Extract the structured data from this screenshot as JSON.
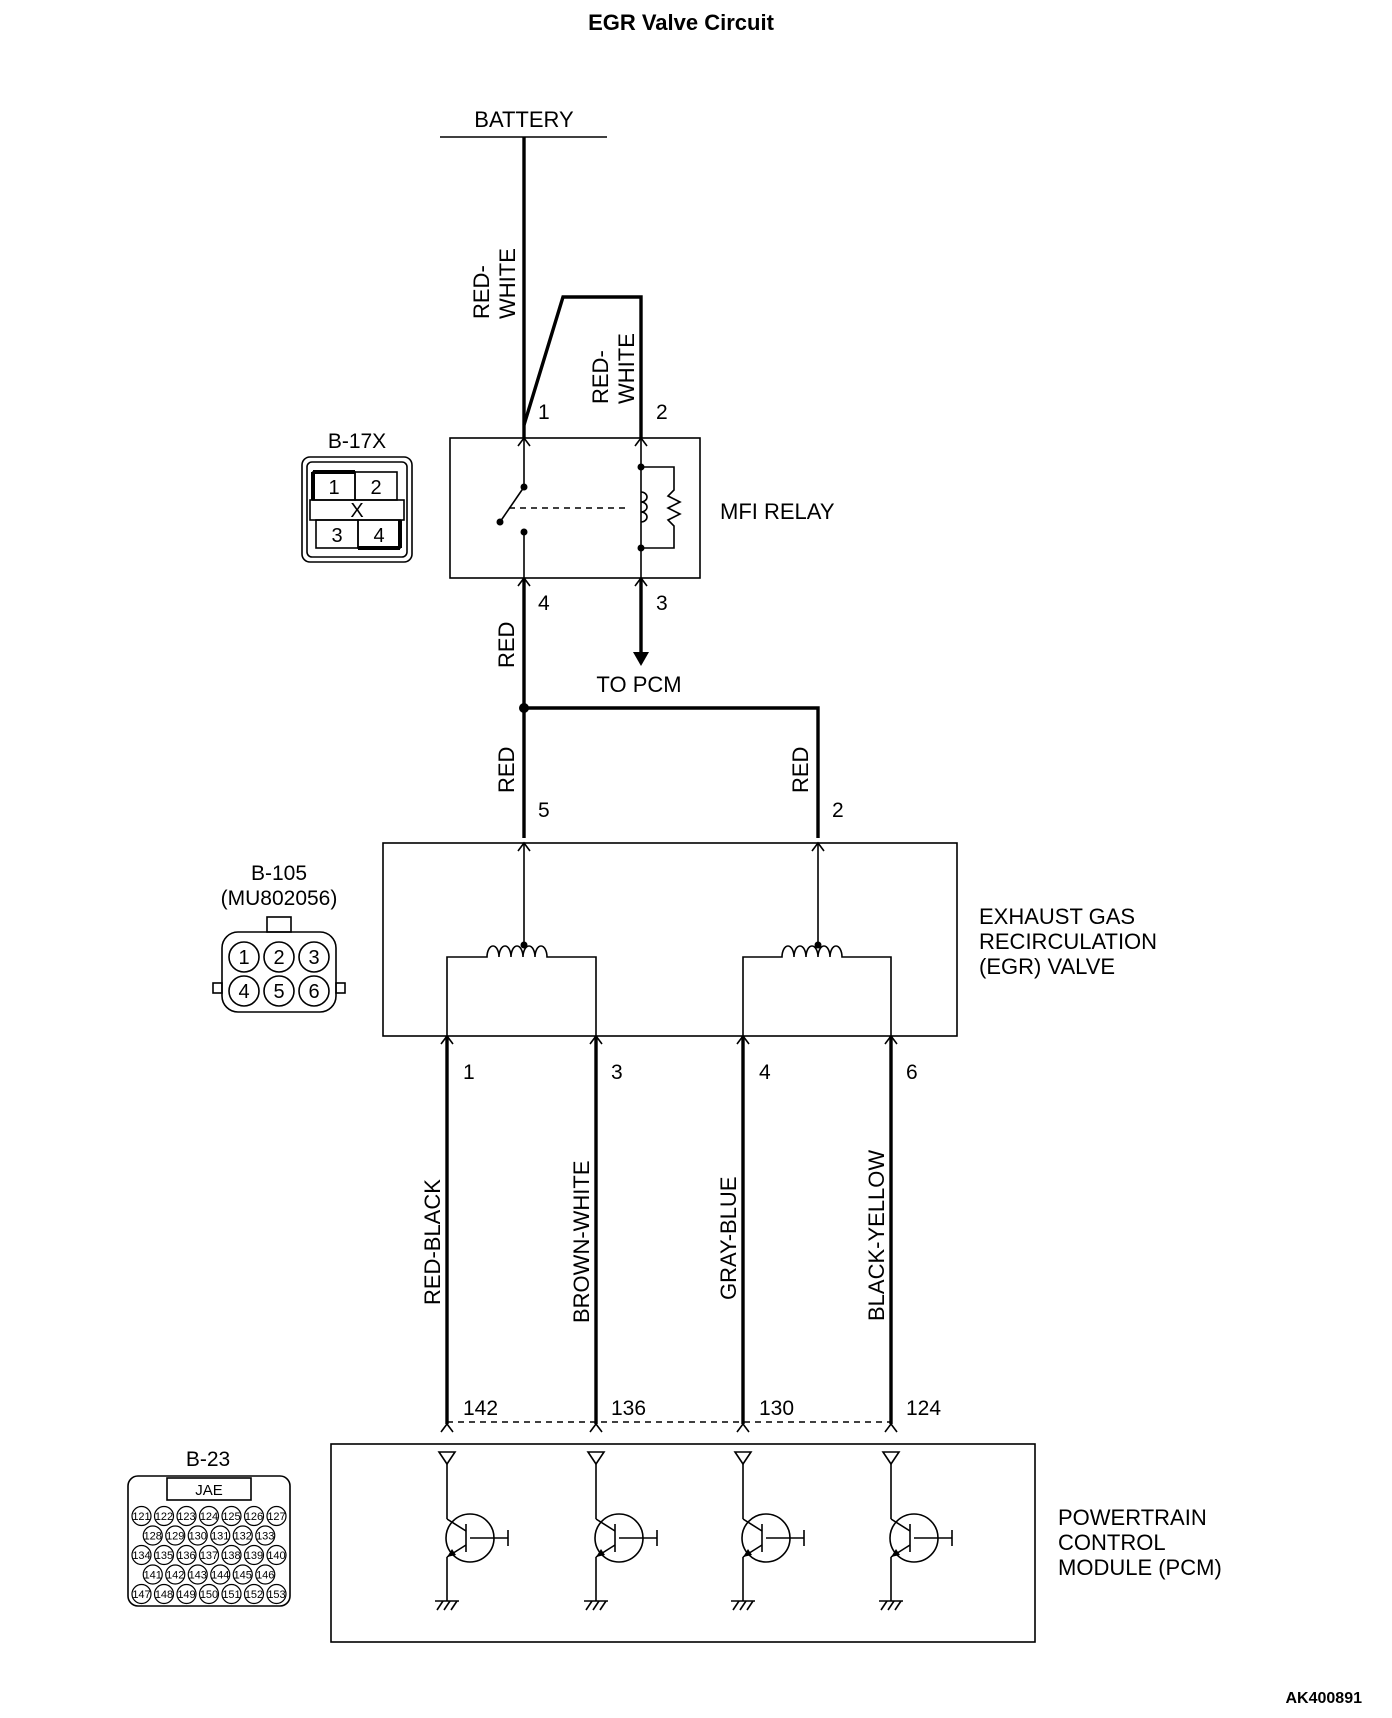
{
  "title": "EGR Valve Circuit",
  "figure_code": "AK400891",
  "battery_label": "BATTERY",
  "to_pcm_label": "TO PCM",
  "wires": {
    "battery_to_relay1": "RED-\nWHITE",
    "battery_to_relay2": "RED-\nWHITE",
    "relay4_down": "RED",
    "egr5": "RED",
    "egr2": "RED",
    "egr1_to_pcm142": "RED-BLACK",
    "egr3_to_pcm136": "BROWN-WHITE",
    "egr4_to_pcm130": "GRAY-BLUE",
    "egr6_to_pcm124": "BLACK-YELLOW"
  },
  "relay": {
    "name": "MFI RELAY",
    "pins": {
      "p1": "1",
      "p2": "2",
      "p3": "3",
      "p4": "4"
    }
  },
  "egr_valve": {
    "name_lines": [
      "EXHAUST GAS",
      "RECIRCULATION",
      "(EGR) VALVE"
    ],
    "pins": {
      "p5": "5",
      "p2": "2",
      "p1": "1",
      "p3": "3",
      "p4": "4",
      "p6": "6"
    }
  },
  "pcm": {
    "name_lines": [
      "POWERTRAIN",
      "CONTROL",
      "MODULE (PCM)"
    ],
    "pins": {
      "p142": "142",
      "p136": "136",
      "p130": "130",
      "p124": "124"
    }
  },
  "connectors": {
    "b17x": {
      "name": "B-17X",
      "cells": [
        "1",
        "2",
        "X",
        "3",
        "4"
      ]
    },
    "b105": {
      "name": "B-105",
      "part": "(MU802056)",
      "cells": [
        "1",
        "2",
        "3",
        "4",
        "5",
        "6"
      ]
    },
    "b23": {
      "name": "B-23",
      "maker": "JAE",
      "rows": [
        [
          "121",
          "122",
          "123",
          "124",
          "125",
          "126",
          "127"
        ],
        [
          "128",
          "129",
          "130",
          "131",
          "132",
          "133"
        ],
        [
          "134",
          "135",
          "136",
          "137",
          "138",
          "139",
          "140"
        ],
        [
          "141",
          "142",
          "143",
          "144",
          "145",
          "146"
        ],
        [
          "147",
          "148",
          "149",
          "150",
          "151",
          "152",
          "153"
        ]
      ]
    }
  }
}
